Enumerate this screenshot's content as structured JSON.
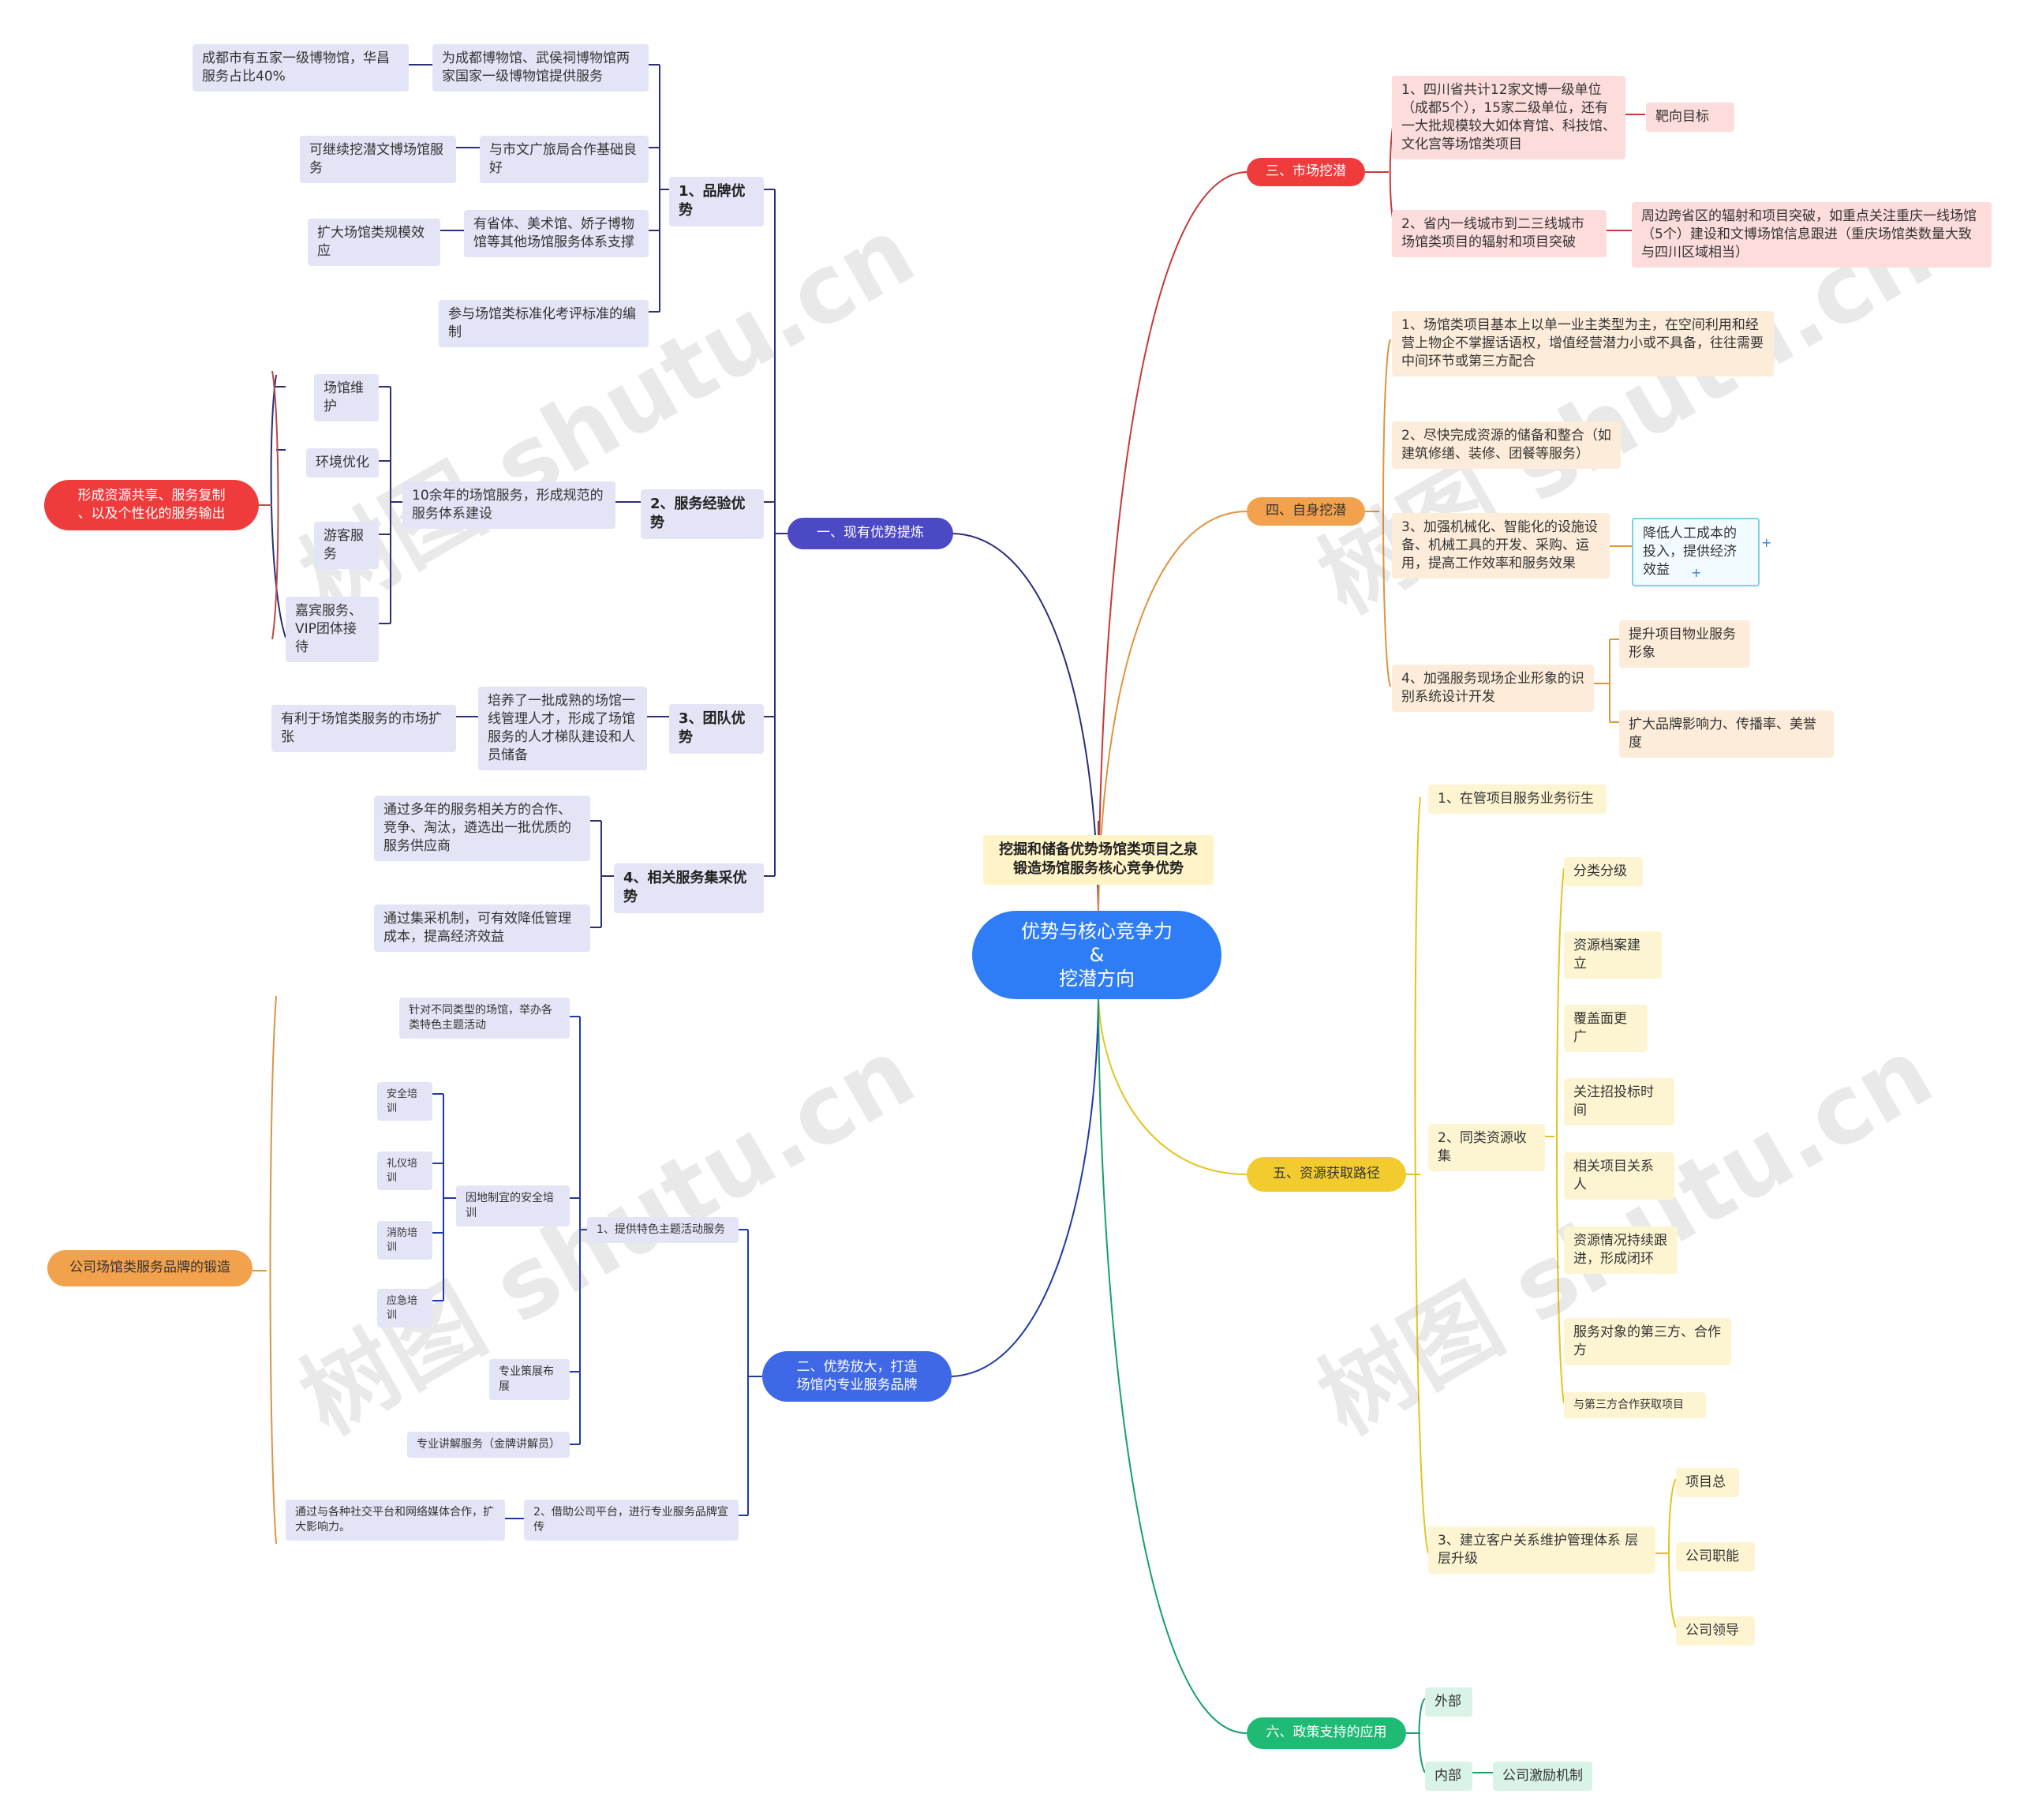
{
  "center": "优势与核心竞争力\n&\n挖潜方向",
  "title": "挖掘和储备优势场馆类项目之泉\n锻造场馆服务核心竞争优势",
  "watermark": "树图 shutu.cn",
  "colors": {
    "center": "#2f7df6",
    "branch1": "#4b49c4",
    "branch2": "#3f68e6",
    "branch3": "#ef3b3b",
    "branch4": "#f2a14d",
    "branch5": "#f2cc2f",
    "branch6": "#1fba74"
  },
  "left": {
    "b1": {
      "label": "一、现有优势提炼",
      "brand": {
        "label": "1、品牌优势",
        "items": [
          "为成都博物馆、武侯祠博物馆两家国家一级博物馆提供服务",
          "与市文广旅局合作基础良好",
          "有省体、美术馆、娇子博物馆等其他场馆服务体系支撑",
          "参与场馆类标准化考评标准的编制"
        ],
        "leaves": [
          "成都市有五家一级博物馆，华昌服务占比40%",
          "可继续挖潜文博场馆服务",
          "扩大场馆类规模效应"
        ]
      },
      "service": {
        "label": "2、服务经验优势",
        "item": "10余年的场馆服务，形成规范的服务体系建设",
        "leaves": [
          "场馆维护",
          "环境优化",
          "游客服务",
          "嘉宾服务、\nVIP团体接待"
        ],
        "summary": "形成资源共享、服务复制\n、以及个性化的服务输出"
      },
      "team": {
        "label": "3、团队优势",
        "item": "培养了一批成熟的场馆一线管理人才，形成了场馆服务的人才梯队建设和人员储备",
        "leaf": "有利于场馆类服务的市场扩张"
      },
      "procure": {
        "label": "4、相关服务集采优势",
        "items": [
          "通过多年的服务相关方的合作、竞争、淘汰，遴选出一批优质的服务供应商",
          "通过集采机制，可有效降低管理成本，提高经济效益"
        ]
      }
    },
    "b2": {
      "label": "二、优势放大，打造\n场馆内专业服务品牌",
      "theme": {
        "label": "1、提供特色主题活动服务",
        "items": [
          "针对不同类型的场馆，举办各类特色主题活动",
          "因地制宜的安全培训",
          "专业策展布展",
          "专业讲解服务（金牌讲解员）"
        ],
        "training": [
          "安全培训",
          "礼仪培训",
          "消防培训",
          "应急培训"
        ]
      },
      "platform": {
        "label": "2、借助公司平台，进行专业服务品牌宣传",
        "leaf": "通过与各种社交平台和网络媒体合作，扩大影响力。"
      },
      "summary": "公司场馆类服务品牌的锻造"
    }
  },
  "right": {
    "b3": {
      "label": "三、市场挖潜",
      "items": [
        "1、四川省共计12家文博一级单位（成都5个），15家二级单位，还有一大批规模较大如体育馆、科技馆、文化宫等场馆类项目",
        "2、省内一线城市到二三线城市场馆类项目的辐射和项目突破"
      ],
      "leaves": [
        "靶向目标",
        "周边跨省区的辐射和项目突破，如重点关注重庆一线场馆（5个）建设和文博场馆信息跟进（重庆场馆类数量大致与四川区域相当）"
      ]
    },
    "b4": {
      "label": "四、自身挖潜",
      "items": [
        "1、场馆类项目基本上以单一业主类型为主，在空间利用和经营上物企不掌握话语权，增值经营潜力小或不具备，往往需要中间环节或第三方配合",
        "2、尽快完成资源的储备和整合（如建筑修缮、装修、团餐等服务）",
        "3、加强机械化、智能化的设施设备、机械工具的开发、采购、运用，提高工作效率和服务效果",
        "4、加强服务现场企业形象的识别系统设计开发"
      ],
      "cost": "降低人工成本的投入，提供经济效益",
      "brandLeaves": [
        "提升项目物业服务形象",
        "扩大品牌影响力、传播率、美誉度"
      ]
    },
    "b5": {
      "label": "五、资源获取路径",
      "items": [
        "1、在管项目服务业务衍生",
        "2、同类资源收集",
        "3、建立客户关系维护管理体系 层层升级"
      ],
      "collect": [
        "分类分级",
        "资源档案建立",
        "覆盖面更广",
        "关注招投标时间",
        "相关项目关系人",
        "资源情况持续跟进，形成闭环",
        "服务对象的第三方、合作方",
        "与第三方合作获取项目"
      ],
      "levels": [
        "项目总",
        "公司职能",
        "公司领导"
      ]
    },
    "b6": {
      "label": "六、政策支持的应用",
      "items": [
        "外部",
        "内部"
      ],
      "leaf": "公司激励机制"
    }
  }
}
